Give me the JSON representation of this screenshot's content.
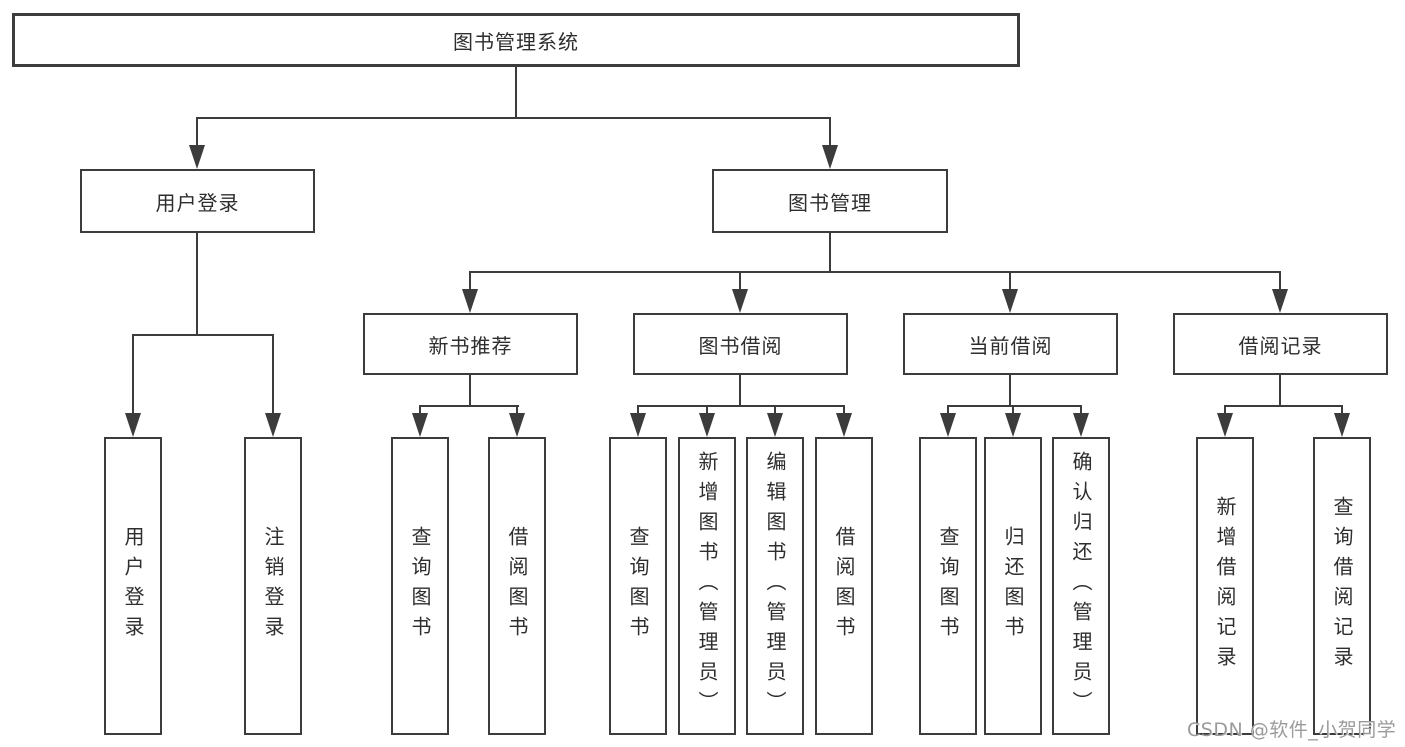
{
  "diagram": {
    "type": "hierarchy-tree",
    "colors": {
      "line": "#3c3c3c",
      "text": "#2e2e2e",
      "background": "#ffffff",
      "watermark": "#9b9b9b"
    }
  },
  "tree": {
    "root": {
      "label": "图书管理系统"
    },
    "level2": [
      {
        "label": "用户登录",
        "children": [
          {
            "label": "用户登录"
          },
          {
            "label": "注销登录"
          }
        ]
      },
      {
        "label": "图书管理",
        "children": [
          {
            "label": "新书推荐",
            "children": [
              {
                "label": "查询图书"
              },
              {
                "label": "借阅图书"
              }
            ]
          },
          {
            "label": "图书借阅",
            "children": [
              {
                "label": "查询图书"
              },
              {
                "label": "新增图书（管理员）"
              },
              {
                "label": "编辑图书（管理员）"
              },
              {
                "label": "借阅图书"
              }
            ]
          },
          {
            "label": "当前借阅",
            "children": [
              {
                "label": "查询图书"
              },
              {
                "label": "归还图书"
              },
              {
                "label": "确认归还（管理员）"
              }
            ]
          },
          {
            "label": "借阅记录",
            "children": [
              {
                "label": "新增借阅记录"
              },
              {
                "label": "查询借阅记录"
              }
            ]
          }
        ]
      }
    ]
  },
  "watermark": {
    "text": "CSDN @软件_小贺同学"
  }
}
